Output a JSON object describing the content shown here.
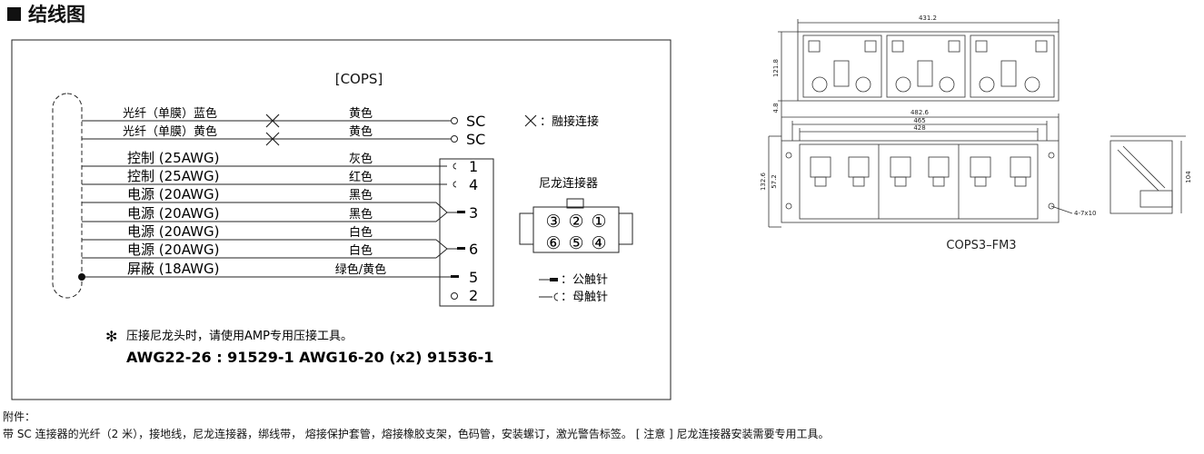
{
  "heading": "结线图",
  "wiring": {
    "title": "[COPS]",
    "splice_legend": "：融接连接",
    "nylon_label": "尼龙连接器",
    "male_pin": "：公触针",
    "female_pin": "：母触针",
    "note_mark": "✻",
    "note_text": "压接尼龙头时，请使用AMP专用压接工具。",
    "note_parts": "AWG22-26 : 91529-1   AWG16-20 (x2) 91536-1",
    "connector_pins": [
      "③",
      "②",
      "①",
      "⑥",
      "⑤",
      "④"
    ],
    "rows": [
      {
        "name": "光纤（单膜）蓝色",
        "color": "黄色",
        "term": "SC"
      },
      {
        "name": "光纤（单膜）黄色",
        "color": "黄色",
        "term": "SC"
      },
      {
        "name": "控制 (25AWG)",
        "color": "灰色",
        "term": "1"
      },
      {
        "name": "控制 (25AWG)",
        "color": "红色",
        "term": "4"
      },
      {
        "name": "电源 (20AWG)",
        "color": "黑色",
        "term": ""
      },
      {
        "name": "电源 (20AWG)",
        "color": "黑色",
        "term": "3"
      },
      {
        "name": "电源 (20AWG)",
        "color": "白色",
        "term": ""
      },
      {
        "name": "电源 (20AWG)",
        "color": "白色",
        "term": "6"
      },
      {
        "name": "屏蔽 (18AWG)",
        "color": "绿色/黄色",
        "term": "5"
      }
    ],
    "extra_term": "2"
  },
  "drawing": {
    "dim_top": "431.2",
    "dim_h1": "482.6",
    "dim_h2": "465",
    "dim_h3": "428",
    "dim_left_top": "121.8",
    "dim_left_small": "4.8",
    "dim_left_a": "132.6",
    "dim_left_b": "57.2",
    "dim_right": "104",
    "hole_label": "4-7x10",
    "model": "COPS3–FM3"
  },
  "accessories": {
    "label": "附件：",
    "text": "带 SC 连接器的光纤（2 米），接地线，尼龙连接器，绑线带， 熔接保护套管，熔接橡胶支架，色码管，安装螺订，激光警告标签。 [ 注意 ] 尼龙连接器安装需要专用工具。"
  }
}
